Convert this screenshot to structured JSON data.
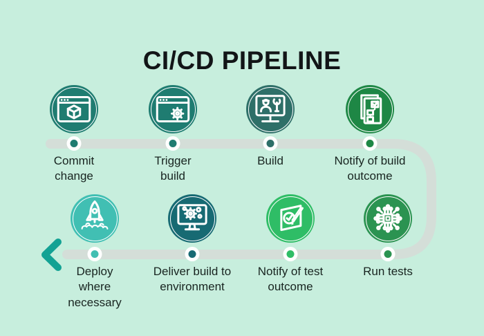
{
  "title": "CI/CD PIPELINE",
  "colors": {
    "background": "#c7eedd",
    "path": "#d4ded8",
    "arrow": "#13a294",
    "title_text": "#121517",
    "label_text": "#182420",
    "dot_ring": "#ffffff",
    "icon_line": "#ffffff"
  },
  "steps": [
    {
      "id": "commit-change",
      "label": "Commit change",
      "color": "#1f7c71",
      "icon": "browser-cube-icon",
      "row": "top"
    },
    {
      "id": "trigger-build",
      "label": "Trigger build",
      "color": "#1f7c71",
      "icon": "browser-gear-icon",
      "row": "top"
    },
    {
      "id": "build",
      "label": "Build",
      "color": "#2e6f68",
      "icon": "monitor-builder-icon",
      "row": "top"
    },
    {
      "id": "notify-build-outcome",
      "label": "Notify of build outcome",
      "color": "#1e8745",
      "icon": "doc-checklist-icon",
      "row": "top"
    },
    {
      "id": "run-tests",
      "label": "Run tests",
      "color": "#2b9351",
      "icon": "chip-circuit-icon",
      "row": "bottom"
    },
    {
      "id": "notify-test-outcome",
      "label": "Notify of test outcome",
      "color": "#2fbd66",
      "icon": "panel-check-pencil-icon",
      "row": "bottom"
    },
    {
      "id": "deliver-build",
      "label": "Deliver build to environment",
      "color": "#176a73",
      "icon": "monitor-gear-icon",
      "row": "bottom"
    },
    {
      "id": "deploy",
      "label": "Deploy where necessary",
      "color": "#41bfb3",
      "icon": "rocket-icon",
      "row": "bottom"
    }
  ]
}
